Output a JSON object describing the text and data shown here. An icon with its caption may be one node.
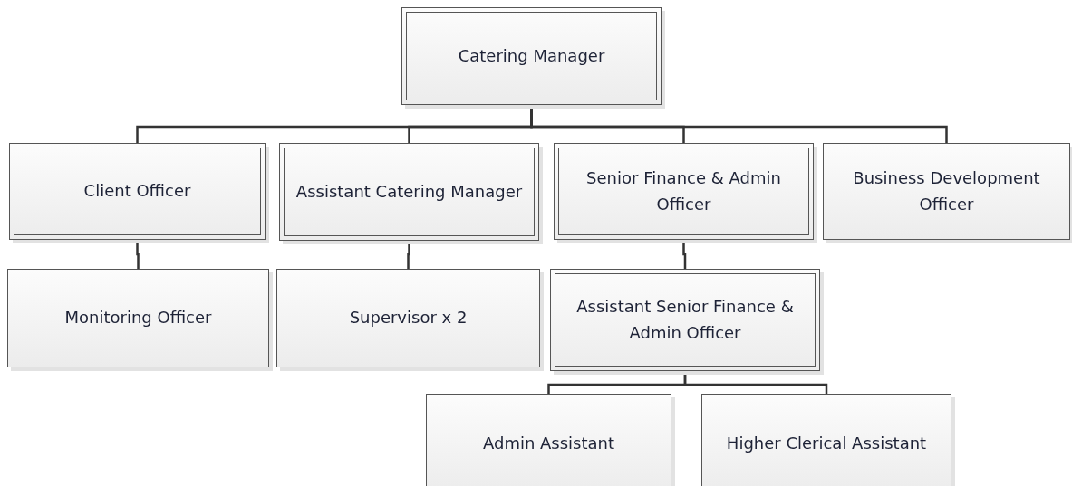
{
  "diagram": {
    "nodes": [
      {
        "text": [
          "Catering Manager"
        ]
      },
      {
        "text": [
          "Client Officer"
        ]
      },
      {
        "text": [
          "Assistant Catering Manager"
        ]
      },
      {
        "text": [
          "Senior Finance & Admin Officer"
        ]
      },
      {
        "text": [
          "Business Development Officer"
        ]
      },
      {
        "text": [
          "Monitoring Officer"
        ]
      },
      {
        "text": [
          "Supervisor x 2"
        ]
      },
      {
        "text": [
          "Assistant Senior Finance & Admin Officer"
        ]
      },
      {
        "text": [
          "Admin Assistant"
        ]
      },
      {
        "text": [
          "Higher Clerical Assistant"
        ]
      }
    ],
    "edges": [
      {
        "from": 0,
        "to": 1,
        "arrow": "none"
      },
      {
        "from": 0,
        "to": 2,
        "arrow": "none"
      },
      {
        "from": 0,
        "to": 3,
        "arrow": "none"
      },
      {
        "from": 0,
        "to": 4,
        "arrow": "none"
      },
      {
        "from": 1,
        "to": 5,
        "arrow": "none"
      },
      {
        "from": 2,
        "to": 6,
        "arrow": "none"
      },
      {
        "from": 3,
        "to": 7,
        "arrow": "none"
      },
      {
        "from": 7,
        "to": 8,
        "arrow": "none"
      },
      {
        "from": 7,
        "to": 9,
        "arrow": "none"
      }
    ]
  }
}
